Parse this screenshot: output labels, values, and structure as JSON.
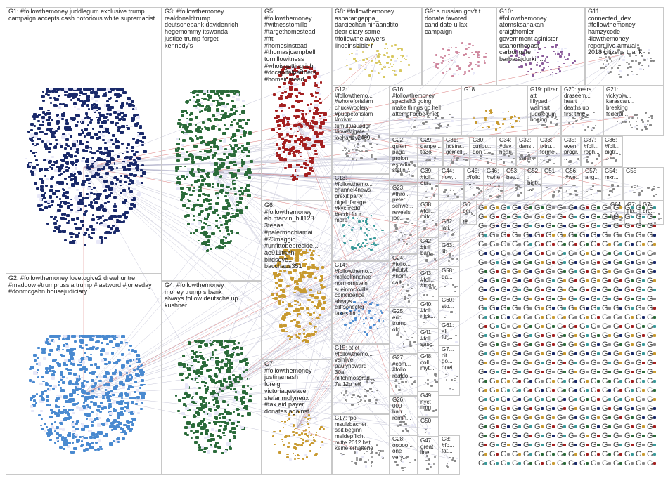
{
  "graph": {
    "colors": {
      "edge": "#b0b0c8",
      "edge_red": "#cc4444",
      "node_blue": "#1a2a6a",
      "node_green": "#2b6b3a",
      "node_red": "#a32020",
      "node_lightblue": "#4a8ad0",
      "node_teal": "#3a9a9a",
      "node_gold": "#c89a30",
      "node_purple": "#8a5a9a",
      "node_gray": "#888888",
      "node_pink": "#d08aa0",
      "node_yellow": "#d8c860"
    },
    "groups": [
      {
        "id": "G1",
        "label": "G1: #followthemoney juddlegum exclusive trump campaign accepts cash notorious white supremacist",
        "color": "node_blue"
      },
      {
        "id": "G2",
        "label": "G2: #followthemoney lovetogive2 drewhuntre #maddow #trumprussia trump #lastword #jonesday #donmcgahn housejudiciary",
        "color": "node_lightblue"
      },
      {
        "id": "G3",
        "label": "G3: #followthemoney\nrealdonaldtrump\ndeutschebank davidenrich\nhegemommy itswanda\njustice trump forget\nkennedy's",
        "color": "node_green"
      },
      {
        "id": "G4",
        "label": "G4: #followthemoney\nmoney trump s bank\nalways follow deutsche up\nkushner",
        "color": "node_green"
      },
      {
        "id": "G5",
        "label": "G5:\n#followthemoney\n#witnesstomillo\n#targethomestead\n#ftt\n#homesinstead\n#thomasjcampbell\ntornillowitness\n#whoisgettingrich\n#dccapitalpartners\n#homeinstead",
        "color": "node_red"
      },
      {
        "id": "G6",
        "label": "G6:\n#followthemoney\neh marvin_hill123\n3teeas\n#palermochiamai...\n#23maggio\n#unfittobepreside...\nae911truth\nbirdseye1\nbacchaus351",
        "color": "node_gold"
      },
      {
        "id": "G7",
        "label": "G7:\n#followthemoney\njustinamash\nforeign\nvictoriaqweaver\nstefanmolyneux\n#tax aid payer\ndonates against",
        "color": "node_gold"
      },
      {
        "id": "G8",
        "label": "G8: #followthemoney\nasharangappa_\ndarciechan ninaandtito\ndear diary same\n#followthelawyers\nlincolnsbible r",
        "color": "node_yellow"
      },
      {
        "id": "G9",
        "label": "G9: s russian gov't t\ndonate favored\ncandidate u lax\ncampaign",
        "color": "node_pink"
      },
      {
        "id": "G10",
        "label": "G10:\n#followthemoney\natomsksanakan\ncraigthomler\ngovernment asinister\nusanorthcoast\ncarbongate\nbarbarajdurkin...",
        "color": "node_purple"
      },
      {
        "id": "G11",
        "label": "G11:\nconnected_dev\n#followthemoney\nhamzycode\n4lowthemoney\nreport live annual\n2018 citizens thank",
        "color": "node_gray"
      },
      {
        "id": "G12",
        "label": "G12:\n#followthemo...\n#whoreforislam\nchuckwoolery\n#puppetofislam\n#nxivm\ntumultuousdon\n#investigate\njoeharley2469...",
        "color": "node_gray"
      },
      {
        "id": "G13",
        "label": "G13:\n#followthemo...\nchannel4news\nbrexit party\nnigel_farage\n#kyc #cdd\n#ecdd four\nmore",
        "color": "node_teal"
      },
      {
        "id": "G14",
        "label": "G14:\n#followthemo...\nmalcolmnance\nnormornstein\nsueinrockville\ncoincidence\nalways\ncliffschecter\ntakes lot...",
        "color": "node_lightblue"
      },
      {
        "id": "G15",
        "label": "G15: pt et\n#followthemo...\nvsinlive\npaulyhoward\n30a\nmitchmossrad...\n7a 12p jeff",
        "color": "node_gray"
      },
      {
        "id": "G16",
        "label": "G16:\n#followthemoney\nspacialk3 going\nmake things go hell\nattempt bribe chief",
        "color": "node_gray"
      },
      {
        "id": "G17",
        "label": "G17: fpö\nmsulzbacher\nseit beginn\nmeldepflicht\nmitte 2012 hat\nkeine erhaltene",
        "color": "node_gray"
      },
      {
        "id": "G18",
        "label": "G18",
        "color": "node_gold"
      },
      {
        "id": "G19",
        "label": "G19: pfizer att\nlillypad\nwalmart\njuddlegum\nboeing...",
        "color": "node_gray"
      },
      {
        "id": "G20",
        "label": "G20: years\ndraseem...\nheart\ndeaths up\nfirst time...",
        "color": "node_gray"
      },
      {
        "id": "G21",
        "label": "G21:\nvickypjw...\nkarascan...\nbreaking\nfederal...",
        "color": "node_gray"
      },
      {
        "id": "G22",
        "label": "G22:\nquien\npaga\nprolon\nestadia\nstalin...",
        "color": "node_gray"
      },
      {
        "id": "G23",
        "label": "G23:\n#thro...\npeter\nschwe...\nreveals\njoe...",
        "color": "node_gray"
      },
      {
        "id": "G24",
        "label": "G24:\n#follo...\n#dutyt\n#nom...\ncall...",
        "color": "node_gray"
      },
      {
        "id": "G25",
        "label": "G25:\neric\ntrump\nold...",
        "color": "node_gray"
      },
      {
        "id": "G26",
        "label": "G26:\n000\nbarr\nremin...",
        "color": "node_gray"
      },
      {
        "id": "G27",
        "label": "G27:\n#com...\n#follo...\nrealdo...",
        "color": "node_gray"
      },
      {
        "id": "G28",
        "label": "G28:\nooooo...\none\nvery...",
        "color": "node_gray"
      },
      {
        "id": "G29",
        "label": "G29:\ndanpe...\nte3ej",
        "color": "node_gray"
      },
      {
        "id": "G30",
        "label": "G30:\ncuriou...\ndon t...",
        "color": "node_gray"
      },
      {
        "id": "G31",
        "label": "G31:\nhcstra...\ngemell...",
        "color": "node_gray"
      },
      {
        "id": "G32",
        "label": "G32:\ndans...\nsafer...",
        "color": "node_gray"
      },
      {
        "id": "G33",
        "label": "G33:\ntxtru...\nforme...",
        "color": "node_gray"
      },
      {
        "id": "G34",
        "label": "G34:\n#dev\nheari...",
        "color": "node_gray"
      },
      {
        "id": "G35",
        "label": "G35:\neven\nprogr...",
        "color": "node_gray"
      },
      {
        "id": "G36",
        "label": "G36:\n#foll...\nbigtr...",
        "color": "node_gray"
      },
      {
        "id": "G37",
        "label": "G37:\n#foll...\nrobh...",
        "color": "node_gray"
      },
      {
        "id": "G38",
        "label": "G38:\n#foll...\nmitc...",
        "color": "node_gray"
      },
      {
        "id": "G39",
        "label": "G39:\n#foll...\nour...",
        "color": "node_gray"
      },
      {
        "id": "G40",
        "label": "G40:\n#foll...\nnick...",
        "color": "node_gray"
      },
      {
        "id": "G41",
        "label": "G41:\n#foll...\nsas...",
        "color": "node_gray"
      },
      {
        "id": "G42",
        "label": "G42:\n#foll...\nban...",
        "color": "node_gray"
      },
      {
        "id": "G43",
        "label": "G43:\n#foll...\n#mo...",
        "color": "node_gray"
      },
      {
        "id": "G44",
        "label": "G44:\nnow...",
        "color": "node_gray"
      },
      {
        "id": "G45",
        "label": "G45:\n#follo...",
        "color": "node_gray"
      },
      {
        "id": "G46",
        "label": "G46:\n#whe...",
        "color": "node_gray"
      },
      {
        "id": "G47",
        "label": "G47:\ngreat\nline...",
        "color": "node_gray"
      },
      {
        "id": "G48",
        "label": "G48:\ncoll...\nmyt...",
        "color": "node_gray"
      },
      {
        "id": "G49",
        "label": "G49:\nnyct\ntimg...",
        "color": "node_gray"
      },
      {
        "id": "G50",
        "label": "G50",
        "color": "node_gray"
      },
      {
        "id": "G51",
        "label": "G51",
        "color": "node_gray"
      },
      {
        "id": "G52",
        "label": "G52:\nbigtr...",
        "color": "node_gray"
      },
      {
        "id": "G53",
        "label": "G53:\nbev...",
        "color": "node_gray"
      },
      {
        "id": "G54",
        "label": "G54:\nmkr...",
        "color": "node_gray"
      },
      {
        "id": "G55",
        "label": "G55",
        "color": "node_gray"
      },
      {
        "id": "G56",
        "label": "G56:\n#we...",
        "color": "node_gray"
      },
      {
        "id": "G57",
        "label": "G57:\nang...",
        "color": "node_gray"
      },
      {
        "id": "G58",
        "label": "G58:\nda...",
        "color": "node_gray"
      },
      {
        "id": "G60",
        "label": "G60:\nsto...",
        "color": "node_gray"
      },
      {
        "id": "G61",
        "label": "G61:\nali...\nfur...",
        "color": "node_gray"
      },
      {
        "id": "G62",
        "label": "G62:\nlati...",
        "color": "node_gray"
      },
      {
        "id": "G63",
        "label": "G63:\nlib...",
        "color": "node_gray"
      },
      {
        "id": "G64",
        "label": "G64:\nber...",
        "color": "node_gray"
      },
      {
        "id": "G70",
        "label": "G7...\ncit...\ngo...\ndoet",
        "color": "node_gray"
      },
      {
        "id": "G80",
        "label": "G8:\n#fo...\nfat...",
        "color": "node_gray"
      },
      {
        "id": "G69",
        "label": "G6:\nber...\nfit...",
        "color": "node_gray"
      },
      {
        "id": "G71",
        "label": "G7:\nbru...",
        "color": "node_gray"
      },
      {
        "id": "G72",
        "label": "G7:\nlila...",
        "color": "node_gray"
      }
    ],
    "small_tile_letter": "G"
  }
}
